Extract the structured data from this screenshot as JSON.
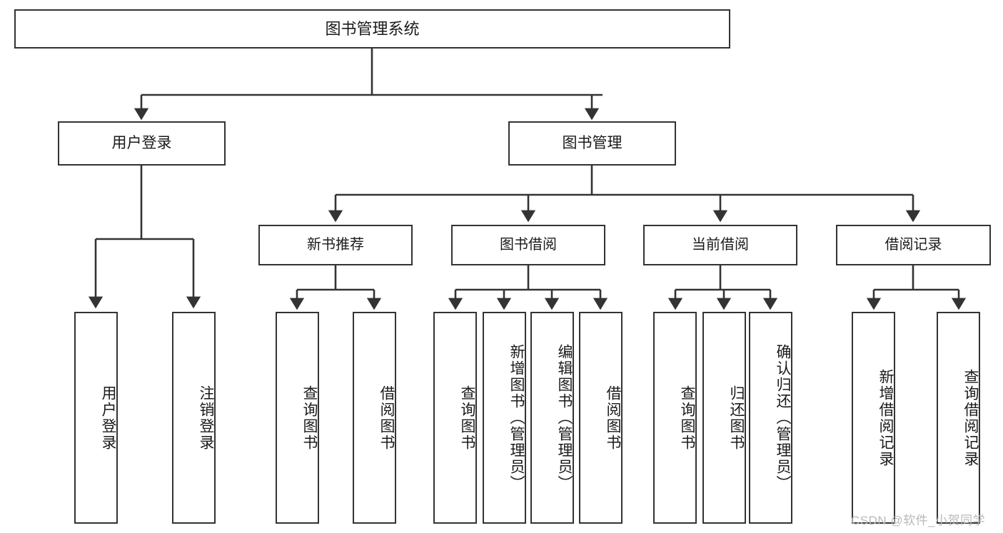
{
  "diagram": {
    "title": "图书管理系统",
    "type": "hierarchy-tree",
    "colors": {
      "background": "#ffffff",
      "box_border": "#333333",
      "box_fill": "#ffffff",
      "connector": "#333333",
      "text": "#1a1a1a",
      "watermark": "#b9b9b9"
    },
    "root": {
      "label": "图书管理系统"
    },
    "level1": [
      {
        "label": "用户登录"
      },
      {
        "label": "图书管理"
      }
    ],
    "level2": [
      {
        "label": "新书推荐"
      },
      {
        "label": "图书借阅"
      },
      {
        "label": "当前借阅"
      },
      {
        "label": "借阅记录"
      }
    ],
    "leaves": {
      "user_login": [
        {
          "label": "用户登录"
        },
        {
          "label": "注销登录"
        }
      ],
      "new_book_recommend": [
        {
          "label": "查询图书"
        },
        {
          "label": "借阅图书"
        }
      ],
      "book_borrow": [
        {
          "label": "查询图书"
        },
        {
          "label": "新增图书（管理员）"
        },
        {
          "label": "编辑图书（管理员）"
        },
        {
          "label": "借阅图书"
        }
      ],
      "current_borrow": [
        {
          "label": "查询图书"
        },
        {
          "label": "归还图书"
        },
        {
          "label": "确认归还（管理员）"
        }
      ],
      "borrow_record": [
        {
          "label": "新增借阅记录"
        },
        {
          "label": "查询借阅记录"
        }
      ]
    },
    "watermark": "CSDN @软件_小贺同学"
  }
}
